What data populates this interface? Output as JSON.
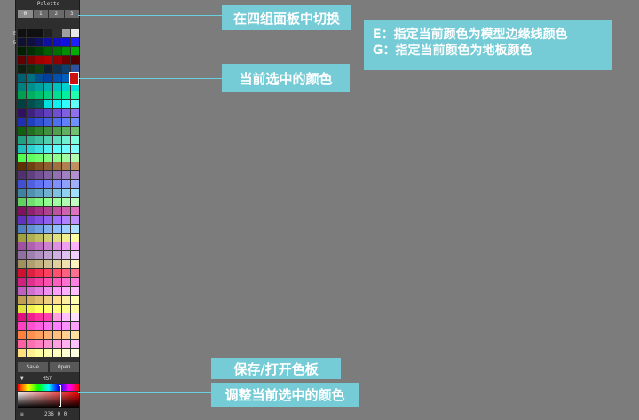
{
  "panel": {
    "title": "Palette",
    "tabs": [
      "0",
      "1",
      "2",
      "3"
    ],
    "row_labels": [
      "E",
      "G"
    ],
    "save_label": "Save",
    "open_label": "Open",
    "hsv_toggle": "▼",
    "hsv_label": "HSV",
    "menu_icon": "≡",
    "rgb_value": "236 0 0"
  },
  "callouts": {
    "switch_tabs": "在四组面板中切换",
    "edge_line": "E：指定当前颜色为模型边缘线颜色",
    "ground": "G：指定当前颜色为地板颜色",
    "current_color": "当前选中的颜色",
    "save_open": "保存/打开色板",
    "adjust": "调整当前选中的颜色"
  },
  "swatch_rows": [
    [
      "#101010",
      "#101010",
      "#101010",
      "#202020",
      "#303030",
      "#a0a0a0",
      "#e8e8e8"
    ],
    [
      "#101030",
      "#101040",
      "#101060",
      "#1010a0",
      "#1010c0",
      "#1010e0",
      "#2020ff"
    ],
    [
      "#002000",
      "#003000",
      "#004000",
      "#006000",
      "#007000",
      "#009000",
      "#00b000"
    ],
    [
      "#600000",
      "#800000",
      "#a00000",
      "#b00000",
      "#900000",
      "#700000",
      "#500000"
    ],
    [
      "#102010",
      "#103010",
      "#104010",
      "#102030",
      "#103050",
      "#104070",
      "#3050a0"
    ],
    [
      "#006070",
      "#007080",
      "#005090",
      "#0040a0",
      "#0050b0",
      "#0060c0",
      "#0070d0"
    ],
    [
      "#008080",
      "#009090",
      "#00a0a0",
      "#00b0b0",
      "#00c0c0",
      "#00d0d0",
      "#00e0e0"
    ],
    [
      "#00a050",
      "#00b060",
      "#00c070",
      "#00d080",
      "#00e090",
      "#00f0a0",
      "#20ffb0"
    ],
    [
      "#004040",
      "#005050",
      "#006060",
      "#00e0e0",
      "#10f0f0",
      "#30ffff",
      "#60ffff"
    ],
    [
      "#301060",
      "#402080",
      "#5030a0",
      "#6040c0",
      "#7050d0",
      "#8060e0",
      "#9070f0"
    ],
    [
      "#2030b0",
      "#2040c0",
      "#3050d0",
      "#4060e0",
      "#5070f0",
      "#6080ff",
      "#7090ff"
    ],
    [
      "#106010",
      "#207020",
      "#308030",
      "#409040",
      "#50a050",
      "#60b060",
      "#70c070"
    ],
    [
      "#20a080",
      "#30b090",
      "#40c0a0",
      "#50d0b0",
      "#60e0c0",
      "#70f0d0",
      "#80ffe0"
    ],
    [
      "#20c0c0",
      "#30d0d0",
      "#40e0e0",
      "#50f0f0",
      "#60ffff",
      "#70ffff",
      "#80ffff"
    ],
    [
      "#50ff50",
      "#60ff60",
      "#70ff70",
      "#80ff80",
      "#90ff90",
      "#a0ffa0",
      "#b0ffb0"
    ],
    [
      "#603000",
      "#704010",
      "#805020",
      "#906030",
      "#a07040",
      "#b08050",
      "#c09060"
    ],
    [
      "#503070",
      "#604080",
      "#705090",
      "#8060a0",
      "#9070b0",
      "#a080c0",
      "#b090d0"
    ],
    [
      "#4050d0",
      "#5060e0",
      "#6070f0",
      "#7080ff",
      "#8090ff",
      "#90a0ff",
      "#a0b0ff"
    ],
    [
      "#4080a0",
      "#5090b0",
      "#60a0c0",
      "#70b0d0",
      "#80c0e0",
      "#90d0f0",
      "#a0e0ff"
    ],
    [
      "#60d060",
      "#70e070",
      "#80f080",
      "#90ff90",
      "#a0ffa0",
      "#b0ffb0",
      "#c0ffc0"
    ],
    [
      "#801060",
      "#902070",
      "#a03080",
      "#b04090",
      "#c050a0",
      "#d060b0",
      "#e070c0"
    ],
    [
      "#6030c0",
      "#7040d0",
      "#8050e0",
      "#9060f0",
      "#a070ff",
      "#b080ff",
      "#c090ff"
    ],
    [
      "#5080c0",
      "#6090d0",
      "#70a0e0",
      "#80b0f0",
      "#90c0ff",
      "#a0d0ff",
      "#b0e0ff"
    ],
    [
      "#a0a040",
      "#b0b050",
      "#c0c060",
      "#d0d070",
      "#e0e080",
      "#f0f090",
      "#ffffa0"
    ],
    [
      "#a050a0",
      "#b060b0",
      "#c070c0",
      "#d080d0",
      "#e090e0",
      "#f0a0f0",
      "#ffb0ff"
    ],
    [
      "#9070a0",
      "#a080b0",
      "#b090c0",
      "#c0a0d0",
      "#d0b0e0",
      "#e0c0f0",
      "#f0d0ff"
    ],
    [
      "#a09060",
      "#b0a070",
      "#c0b080",
      "#d0c090",
      "#e0d0a0",
      "#f0e0b0",
      "#fff0c0"
    ],
    [
      "#d01030",
      "#e02040",
      "#f03050",
      "#ff4060",
      "#ff5070",
      "#ff6080",
      "#ff7090"
    ],
    [
      "#d02080",
      "#e03090",
      "#f040a0",
      "#ff50b0",
      "#ff60c0",
      "#ff70d0",
      "#ff80e0"
    ],
    [
      "#c060c0",
      "#d070d0",
      "#e080e0",
      "#f090f0",
      "#ffa0ff",
      "#ffb0ff",
      "#ffc0ff"
    ],
    [
      "#c0a050",
      "#d0b060",
      "#e0c070",
      "#f0d080",
      "#ffe090",
      "#fff0a0",
      "#ffffb0"
    ],
    [
      "#e0e040",
      "#f0f050",
      "#ffff60",
      "#ffff70",
      "#ffff80",
      "#ffff90",
      "#ffffa0"
    ],
    [
      "#e01080",
      "#f02090",
      "#ff30a0",
      "#ff40b0",
      "#ffa0e0",
      "#ffc0ff",
      "#ffe0ff"
    ],
    [
      "#ff40c0",
      "#ff50d0",
      "#ff60e0",
      "#ff70f0",
      "#ff80ff",
      "#ff90ff",
      "#ffa0ff"
    ],
    [
      "#ff8040",
      "#ff9050",
      "#ffa060",
      "#ffb070",
      "#ffc080",
      "#ffd090",
      "#ffe0a0"
    ],
    [
      "#ff60a0",
      "#ff70b0",
      "#ff80c0",
      "#ff90d0",
      "#ffa0e0",
      "#ffb0f0",
      "#ffc0ff"
    ],
    [
      "#ffe080",
      "#fff090",
      "#ffffa0",
      "#ffffb0",
      "#ffffc0",
      "#ffffd0",
      "#ffffe0"
    ]
  ]
}
